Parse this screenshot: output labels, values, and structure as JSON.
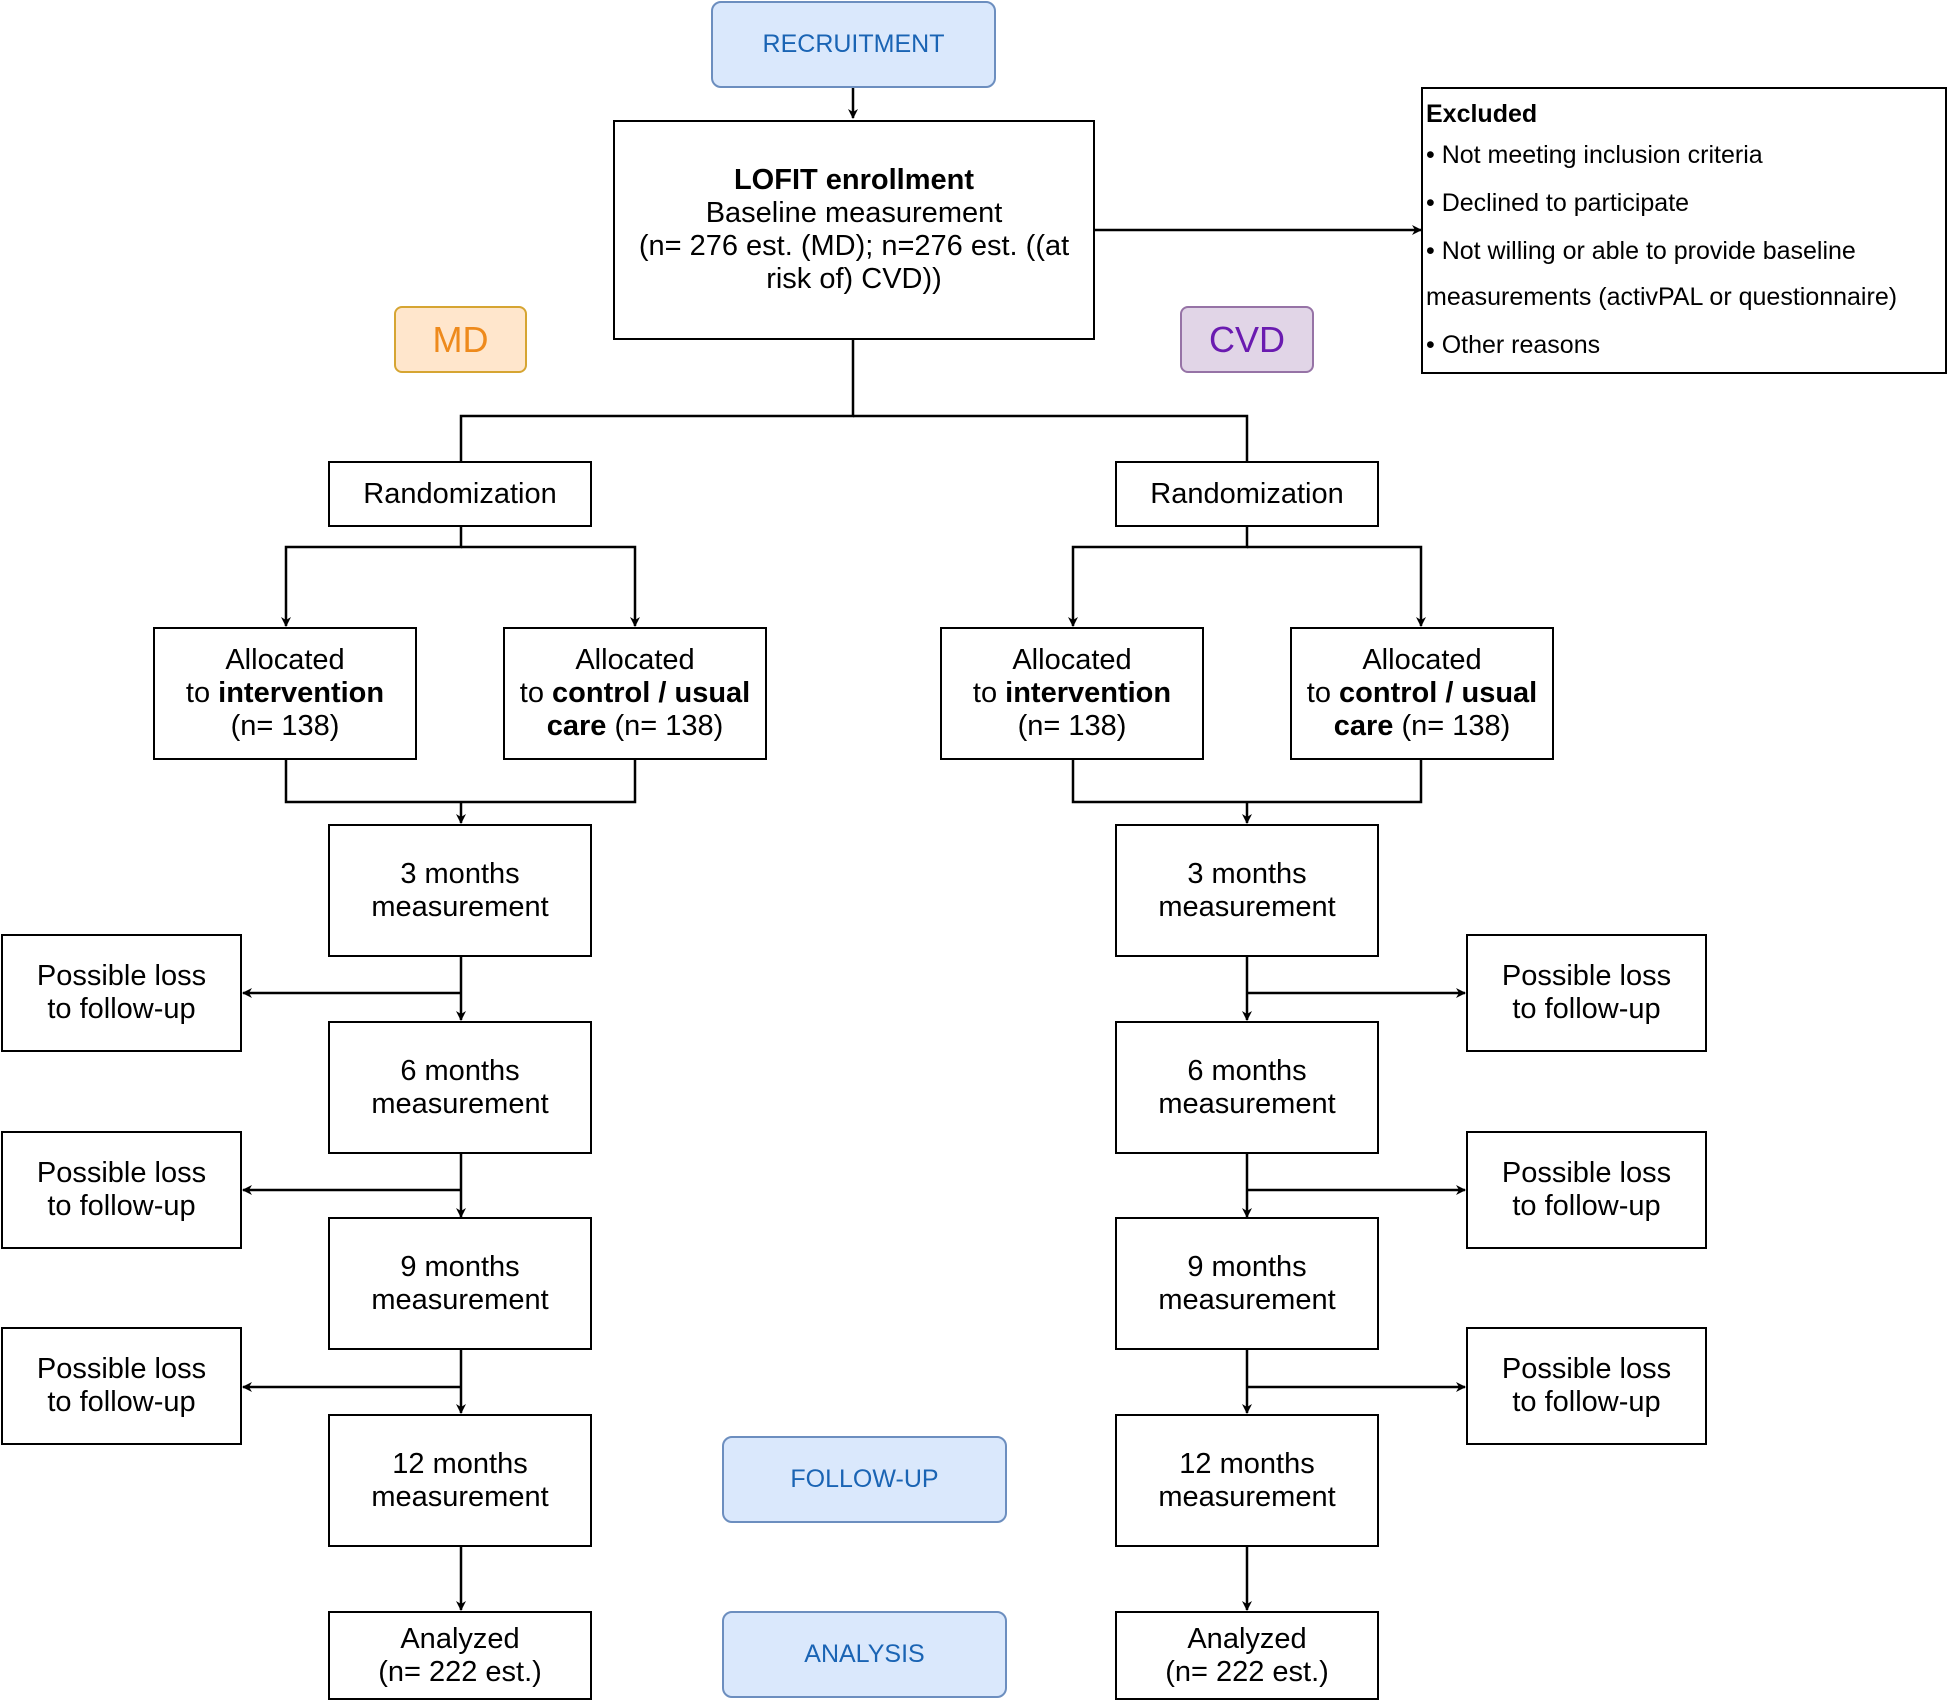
{
  "phases": {
    "recruitment": "RECRUITMENT",
    "follow_up": "FOLLOW-UP",
    "analysis": "ANALYSIS"
  },
  "groups": {
    "md": "MD",
    "cvd": "CVD"
  },
  "enrollment": {
    "title": "LOFIT enrollment",
    "line2": "Baseline measurement",
    "line3": "(n= 276 est. (MD); n=276 est. ((at",
    "line4": "risk of) CVD))"
  },
  "excluded": {
    "title": "Excluded",
    "items": [
      "• Not meeting inclusion criteria",
      "• Declined to participate",
      "• Not willing or able to provide baseline",
      "measurements (activPAL or questionnaire)",
      "• Other reasons"
    ]
  },
  "randomization": "Randomization",
  "allocation": {
    "allocated": "Allocated",
    "to": "to ",
    "intervention": "intervention",
    "control": "control / usual",
    "care": "care",
    "n": "(n= 138)"
  },
  "measurements": [
    {
      "line1": "3 months",
      "line2": "measurement"
    },
    {
      "line1": "6 months",
      "line2": "measurement"
    },
    {
      "line1": "9 months",
      "line2": "measurement"
    },
    {
      "line1": "12 months",
      "line2": "measurement"
    }
  ],
  "loss": {
    "line1": "Possible loss",
    "line2": "to follow-up"
  },
  "analyzed": {
    "line1": "Analyzed",
    "line2": "(n= 222 est.)"
  },
  "colors": {
    "phase_fill": "#dae8fc",
    "phase_border": "#6c8ebf",
    "phase_text": "#1a64b4",
    "md_fill": "#ffe6cc",
    "md_text": "#ee8a1c",
    "cvd_fill": "#e1d5e7",
    "cvd_text": "#6a1bb0"
  }
}
